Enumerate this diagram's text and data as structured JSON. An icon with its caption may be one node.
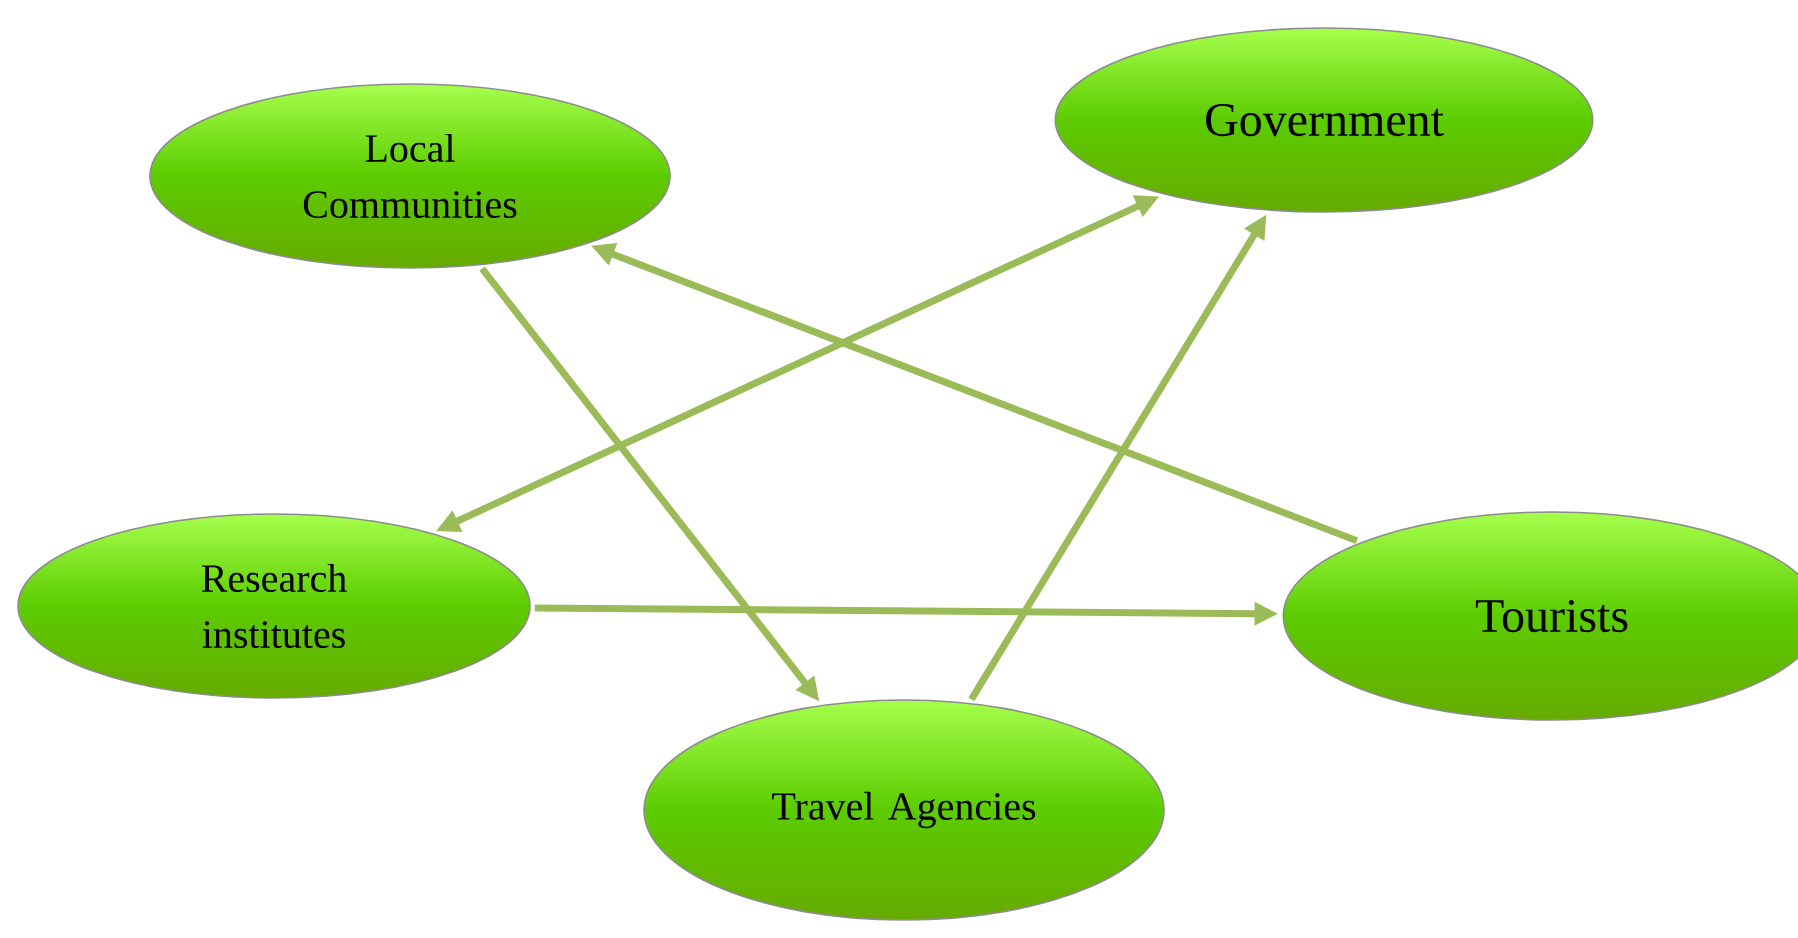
{
  "diagram": {
    "nodes": [
      {
        "text": [
          "Local Communities"
        ]
      },
      {
        "text": [
          "Government"
        ]
      },
      {
        "text": [
          "Research institutes"
        ]
      },
      {
        "text": [
          "Tourists"
        ]
      },
      {
        "text": [
          "Travel Agencies"
        ]
      }
    ],
    "edges": [
      {
        "from": 3,
        "to": 0,
        "arrow": "to"
      },
      {
        "from": 0,
        "to": 4,
        "arrow": "to"
      },
      {
        "from": 2,
        "to": 1,
        "arrow": "both"
      },
      {
        "from": 4,
        "to": 1,
        "arrow": "to"
      },
      {
        "from": 2,
        "to": 3,
        "arrow": "to"
      }
    ]
  }
}
